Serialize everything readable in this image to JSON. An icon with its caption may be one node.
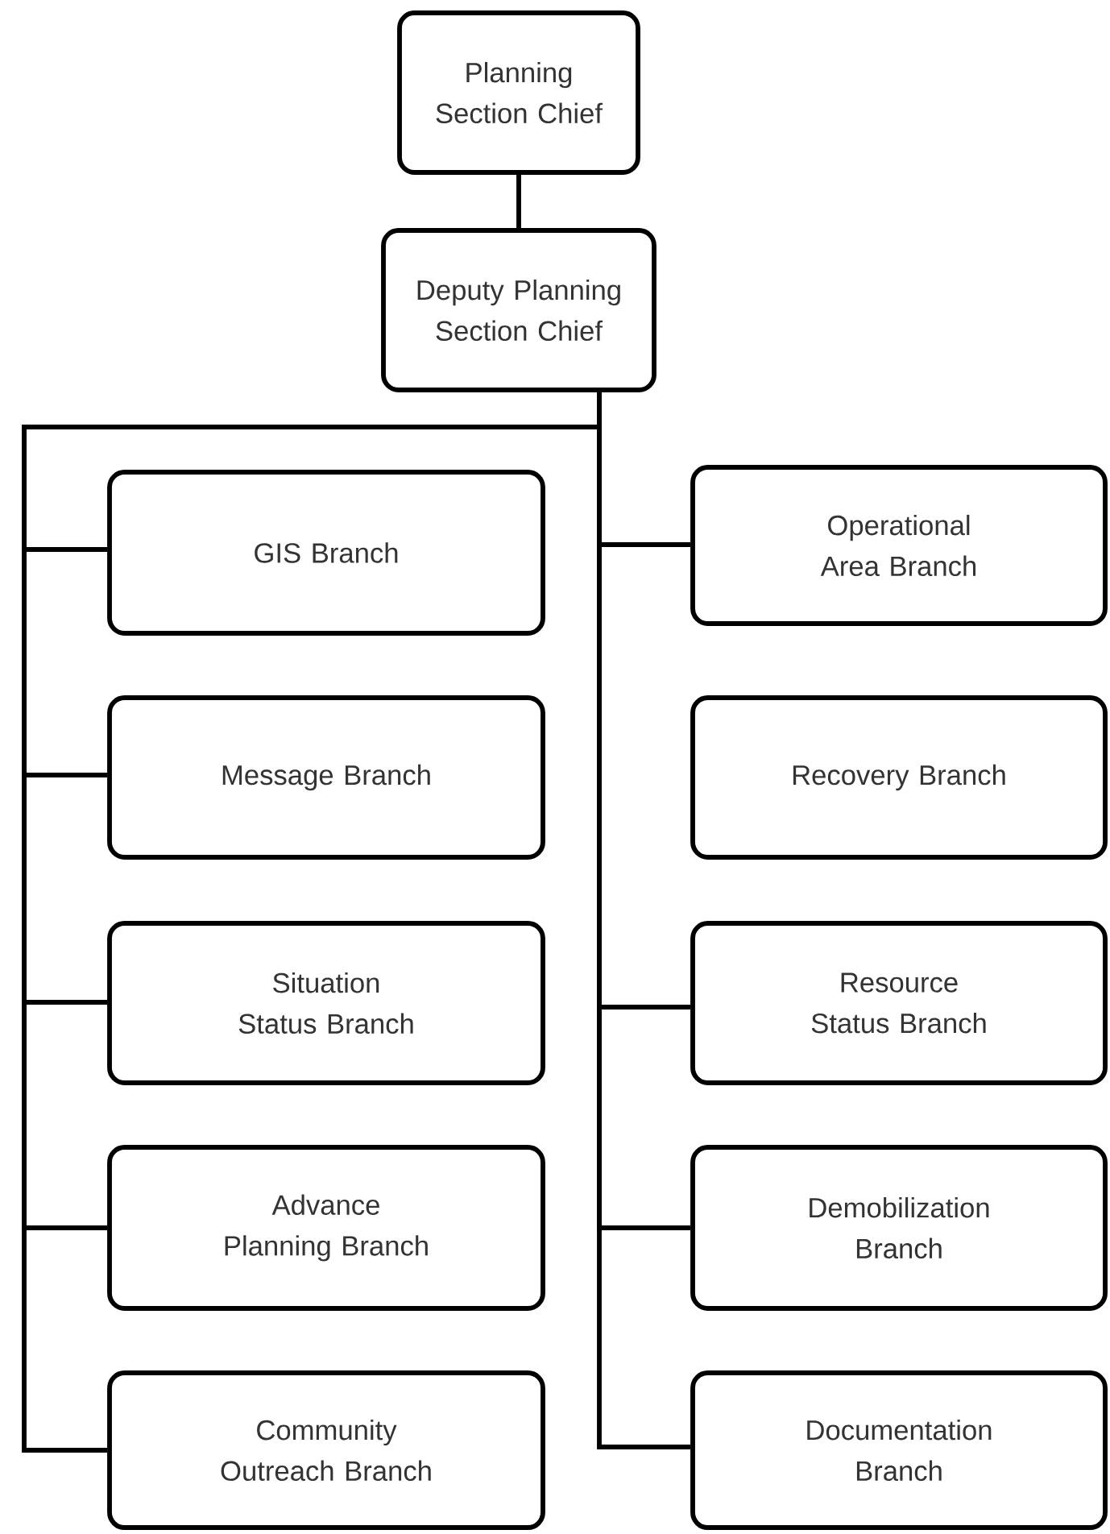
{
  "diagram": {
    "nodes": [
      {
        "text": [
          "Planning Section Chief"
        ]
      },
      {
        "text": [
          "Deputy Planning Section Chief"
        ]
      },
      {
        "text": [
          "GIS Branch"
        ]
      },
      {
        "text": [
          "Message Branch"
        ]
      },
      {
        "text": [
          "Situation Status Branch"
        ]
      },
      {
        "text": [
          "Advance Planning Branch"
        ]
      },
      {
        "text": [
          "Community Outreach Branch"
        ]
      },
      {
        "text": [
          "Operational Area Branch"
        ]
      },
      {
        "text": [
          "Recovery Branch"
        ]
      },
      {
        "text": [
          "Resource Status Branch"
        ]
      },
      {
        "text": [
          "Demobilization Branch"
        ]
      },
      {
        "text": [
          "Documentation Branch"
        ]
      }
    ],
    "edges": [
      {
        "from": 0,
        "to": 1,
        "arrow": "none"
      },
      {
        "from": 1,
        "to": 2,
        "arrow": "none"
      },
      {
        "from": 1,
        "to": 3,
        "arrow": "none"
      },
      {
        "from": 1,
        "to": 4,
        "arrow": "none"
      },
      {
        "from": 1,
        "to": 5,
        "arrow": "none"
      },
      {
        "from": 1,
        "to": 6,
        "arrow": "none"
      },
      {
        "from": 1,
        "to": 7,
        "arrow": "none"
      },
      {
        "from": 1,
        "to": 9,
        "arrow": "none"
      },
      {
        "from": 1,
        "to": 10,
        "arrow": "none"
      },
      {
        "from": 1,
        "to": 11,
        "arrow": "none"
      }
    ]
  }
}
